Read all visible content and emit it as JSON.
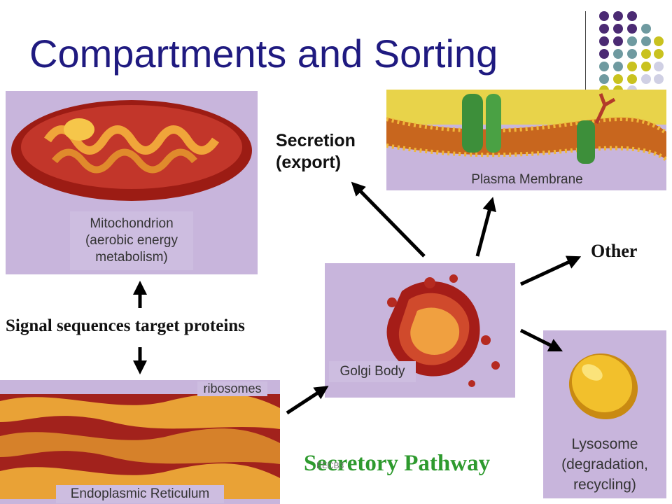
{
  "slide": {
    "title": "Compartments and Sorting",
    "footer_small": "EECB3",
    "secretory_pathway": "Secretory Pathway"
  },
  "labels": {
    "secretion_line1": "Secretion",
    "secretion_line2": "(export)",
    "other": "Other",
    "signal_sequences": "Signal sequences target proteins"
  },
  "panels": {
    "mitochondrion": {
      "line1": "Mitochondrion",
      "line2": "(aerobic energy",
      "line3": "metabolism)"
    },
    "plasma_membrane": {
      "label": "Plasma Membrane"
    },
    "golgi": {
      "label": "Golgi Body"
    },
    "er": {
      "label": "Endoplasmic Reticulum",
      "ribosomes": "ribosomes"
    },
    "lysosome": {
      "line1": "Lysosome",
      "line2": "(degradation,",
      "line3": "recycling)"
    }
  },
  "colors": {
    "title": "#1f1a80",
    "pathway_green": "#2e9a2e",
    "panel_bg": "#c9b6dd",
    "dot_purple": "#4b2a73",
    "dot_teal": "#6f9aa0",
    "dot_yellow": "#c9c21f",
    "dot_lavender": "#d0d0e4"
  }
}
